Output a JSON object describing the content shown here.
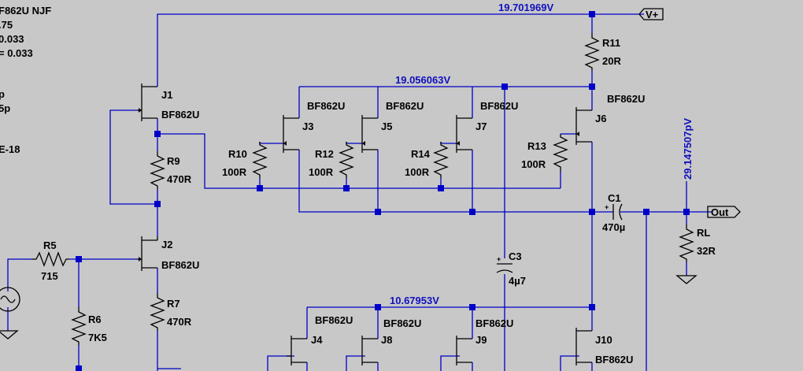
{
  "directives": [
    "F862U NJF",
    ".75",
    "0.033",
    "= 0.033",
    "p",
    "5p",
    "E-18"
  ],
  "nets": {
    "vplus_voltage": "19.701969V",
    "upper_rail_voltage": "19.056063V",
    "lower_rail_voltage": "10.67953V",
    "output_voltage": "29.147507pV"
  },
  "ports": {
    "vplus": "V+",
    "out": "Out"
  },
  "components": {
    "j1": {
      "name": "J1",
      "model": "BF862U"
    },
    "j2": {
      "name": "J2",
      "model": "BF862U"
    },
    "j3": {
      "name": "J3",
      "model": "BF862U"
    },
    "j5": {
      "name": "J5",
      "model": "BF862U"
    },
    "j7": {
      "name": "J7",
      "model": "BF862U"
    },
    "j6": {
      "name": "J6",
      "model": "BF862U"
    },
    "j4": {
      "name": "J4",
      "model": "BF862U"
    },
    "j8": {
      "name": "J8",
      "model": "BF862U"
    },
    "j9": {
      "name": "J9",
      "model": "BF862U"
    },
    "j10": {
      "name": "J10",
      "model": "BF862U"
    },
    "r11": {
      "name": "R11",
      "value": "20R"
    },
    "r9": {
      "name": "R9",
      "value": "470R"
    },
    "r10": {
      "name": "R10",
      "value": "100R"
    },
    "r12": {
      "name": "R12",
      "value": "100R"
    },
    "r14": {
      "name": "R14",
      "value": "100R"
    },
    "r13": {
      "name": "R13",
      "value": "100R"
    },
    "r5": {
      "name": "R5",
      "value": "715"
    },
    "r6": {
      "name": "R6",
      "value": "7K5"
    },
    "r7": {
      "name": "R7",
      "value": "470R"
    },
    "rl": {
      "name": "RL",
      "value": "32R"
    },
    "c1": {
      "name": "C1",
      "value": "470µ"
    },
    "c3": {
      "name": "C3",
      "value": "4µ7"
    }
  },
  "colors": {
    "wire": "#0000c8",
    "background": "#c8c8c8",
    "net_label": "#1010c0"
  }
}
